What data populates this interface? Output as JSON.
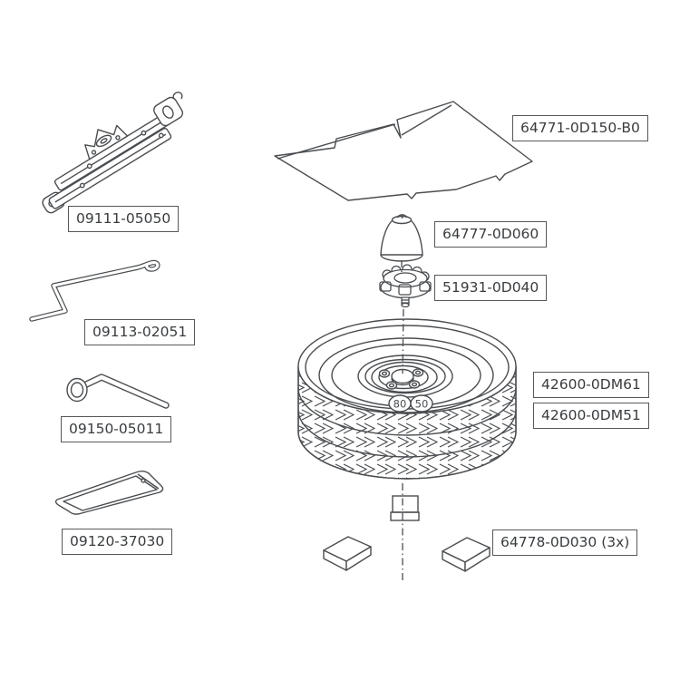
{
  "diagram_labels": {
    "jack": "09111-05050",
    "jack_handle": "09113-02051",
    "lug_wrench": "09150-05011",
    "tool_bag": "09120-37030",
    "deck_board": "64771-0D150-B0",
    "spacer_cone": "64777-0D060",
    "clamp_nut": "51931-0D040",
    "wheel_option_1": "42600-0DM61",
    "wheel_option_2": "42600-0DM51",
    "support_blocks": "64778-0D030 (3x)"
  },
  "wheel_markings": {
    "badge_80": "80",
    "badge_50": "50"
  },
  "colors": {
    "line": "#4a4d50",
    "label_border": "#55585b",
    "label_text": "#393c3f",
    "background": "#ffffff"
  }
}
